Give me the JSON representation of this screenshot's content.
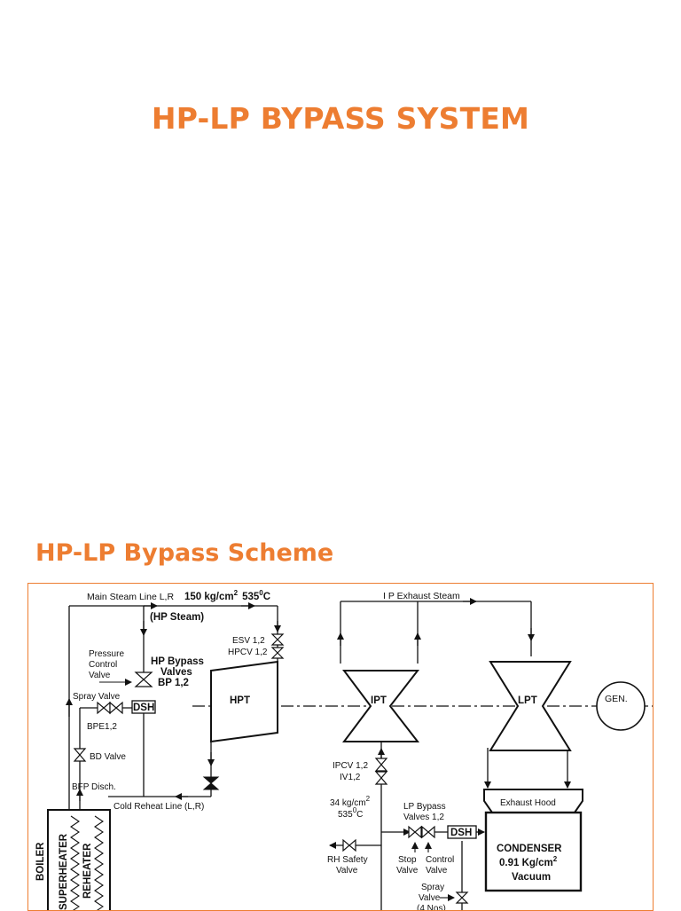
{
  "title": "HP-LP BYPASS SYSTEM",
  "heading": "HP-LP Bypass Scheme",
  "diagram": {
    "main_steam_line": "Main Steam Line L,R",
    "main_steam_pressure": "150 kg/cm",
    "pressure_sup": "2",
    "main_steam_temp": "535",
    "temp_sup": "0",
    "temp_unit": "C",
    "hp_steam": "(HP Steam)",
    "ip_exhaust_steam": "I P Exhaust Steam",
    "esv": "ESV 1,2",
    "hpcv": "HPCV 1,2",
    "pressure_control_1": "Pressure",
    "pressure_control_2": "Control",
    "pressure_control_3": "Valve",
    "hp_bypass_1": "HP Bypass",
    "hp_bypass_2": "Valves",
    "hp_bypass_3": "BP 1,2",
    "spray_valve": "Spray Valve",
    "dsh": "DSH",
    "bpe": "BPE1,2",
    "bd_valve": "BD Valve",
    "bfp_disch": "BFP Disch.",
    "cold_reheat": "Cold Reheat Line (L,R)",
    "hpt": "HPT",
    "ipt": "IPT",
    "lpt": "LPT",
    "gen": "GEN.",
    "ipcv": "IPCV 1,2",
    "iv": "IV1,2",
    "rh_pressure": "34 kg/cm",
    "rh_temp": "535",
    "lp_bypass_1": "LP Bypass",
    "lp_bypass_2": "Valves 1,2",
    "rh_safety_1": "RH Safety",
    "rh_safety_2": "Valve",
    "stop_1": "Stop",
    "stop_2": "Valve",
    "control_1": "Control",
    "control_2": "Valve",
    "spray_1": "Spray",
    "spray_2": "Valve",
    "spray_3": "(4 Nos)",
    "exhaust_hood": "Exhaust Hood",
    "condenser": "CONDENSER",
    "vacuum_value": "0.91 Kg/cm",
    "vacuum": "Vacuum",
    "boiler": "BOILER",
    "superheater": "SUPERHEATER",
    "reheater": "REHEATER"
  }
}
